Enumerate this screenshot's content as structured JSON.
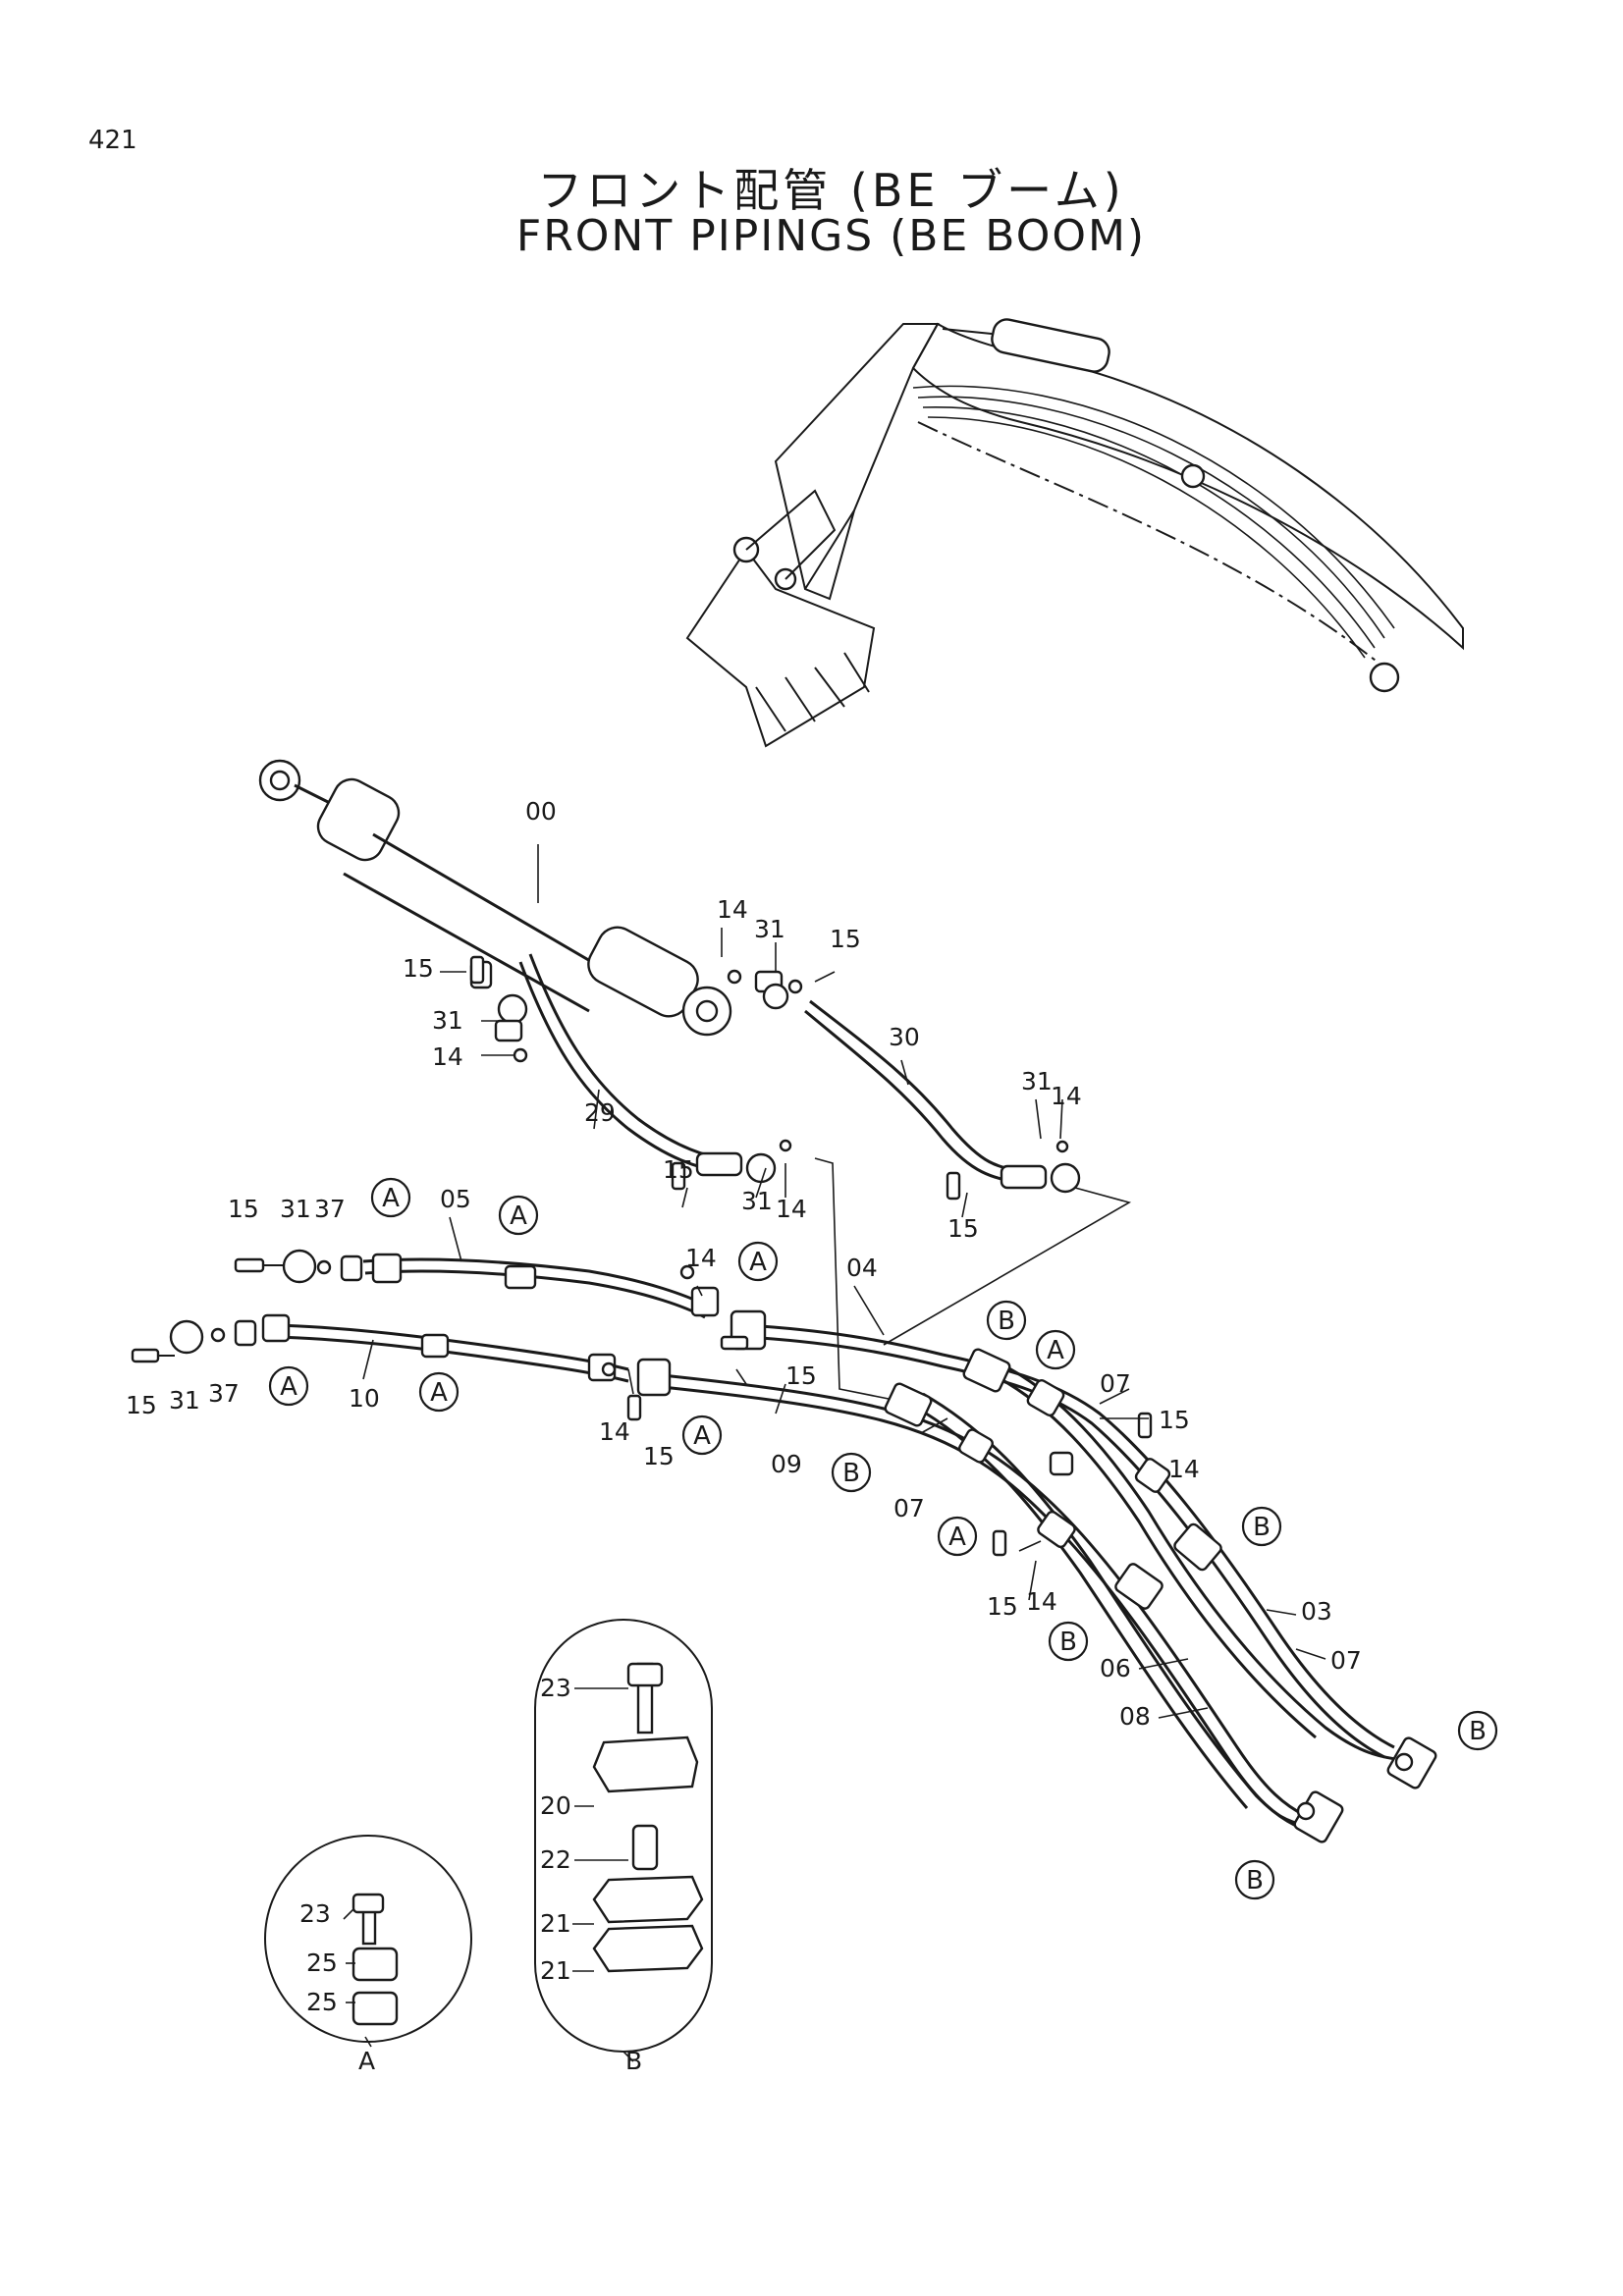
{
  "page": {
    "number": "421",
    "title_jp": "フロント配管 (BE ブーム)",
    "title_en": "FRONT PIPINGS (BE BOOM)"
  },
  "callouts": {
    "A": "A",
    "B": "B"
  },
  "part_labels": {
    "cylinder": "00",
    "pipe_03": "03",
    "pipe_04": "04",
    "pipe_05": "05",
    "pipe_06": "06",
    "pipe_07": "07",
    "pipe_08": "08",
    "pipe_09": "09",
    "pipe_10": "10",
    "o_ring": "14",
    "bolt": "15",
    "clamp_20": "20",
    "clamp_21": "21",
    "spacer": "22",
    "bolt_23": "23",
    "clamp_25": "25",
    "hose_29": "29",
    "hose_30": "30",
    "flange": "31",
    "plug": "37"
  },
  "detail_labels": {
    "detail_a": "A",
    "detail_b": "B"
  }
}
